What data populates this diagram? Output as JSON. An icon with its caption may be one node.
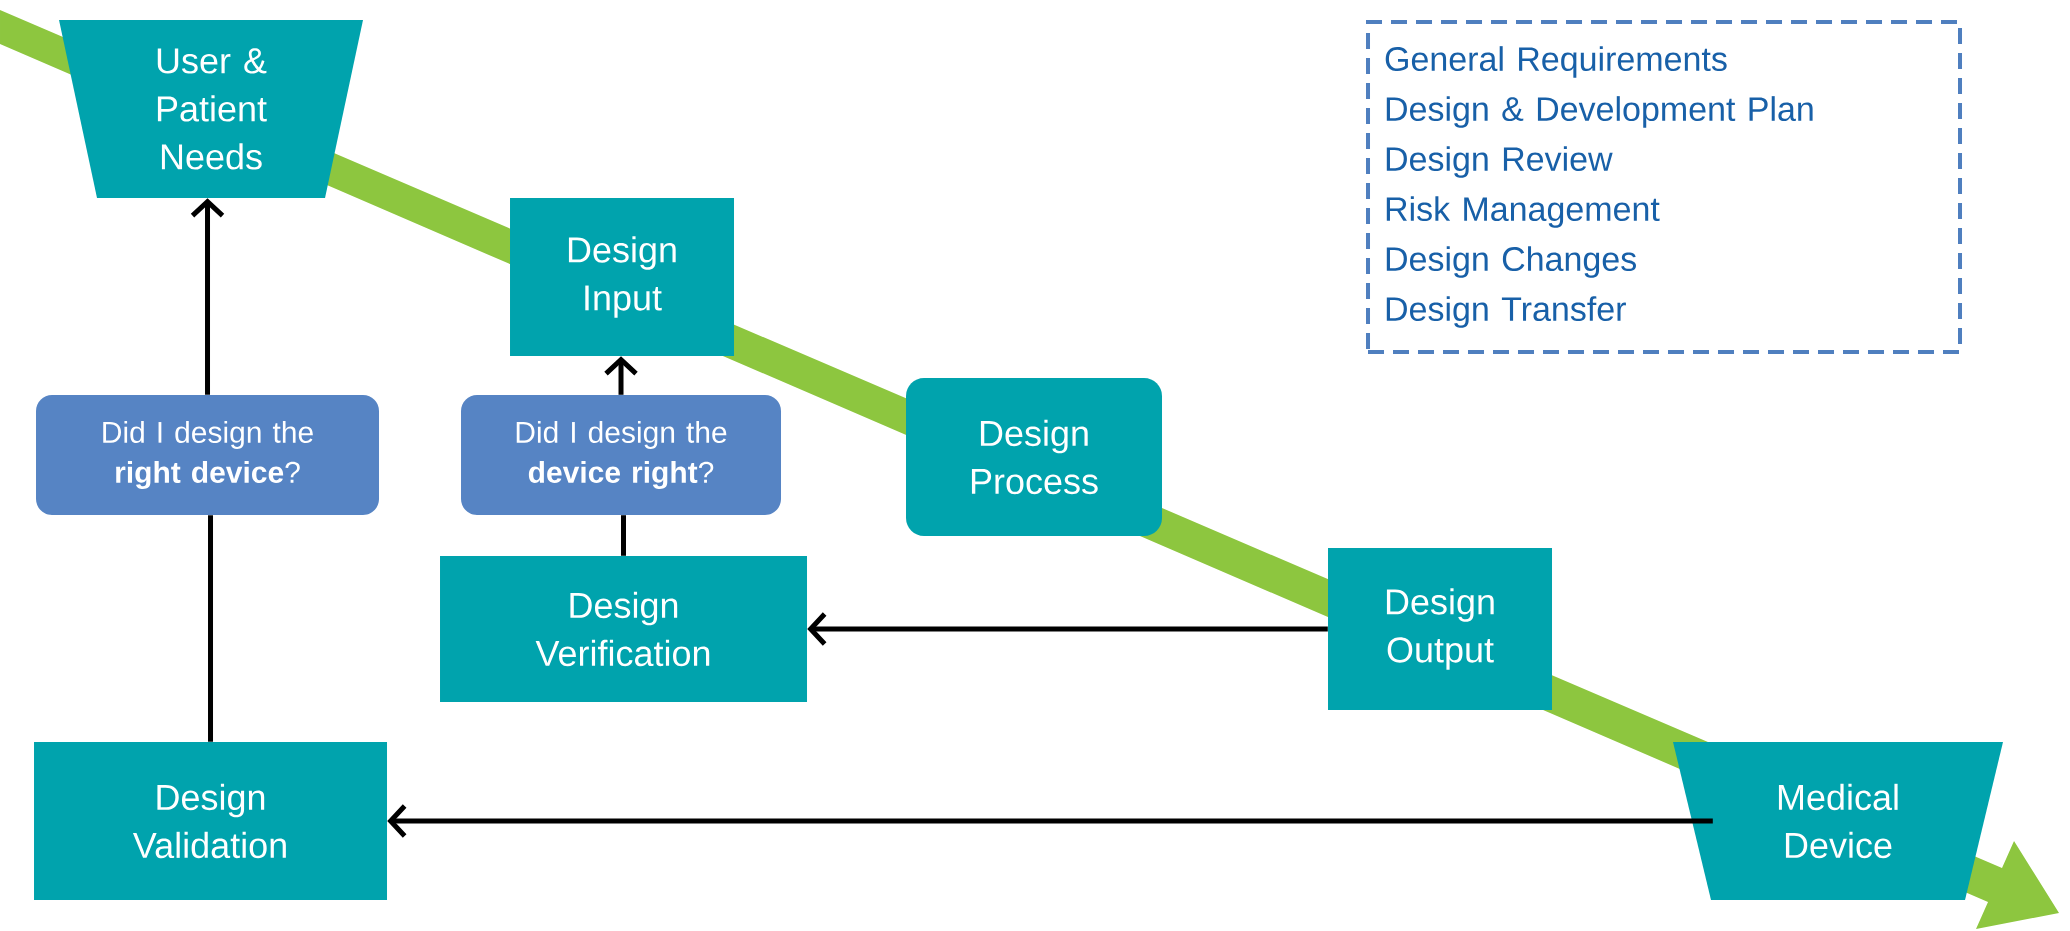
{
  "diagram": {
    "nodes": [
      {
        "text": [
          "User & Patient Needs"
        ]
      },
      {
        "text": [
          "Design Input"
        ]
      },
      {
        "text": [
          "Did I design the **right device**?"
        ]
      },
      {
        "text": [
          "Did I design the **device right**?"
        ]
      },
      {
        "text": [
          "Design Process"
        ]
      },
      {
        "text": [
          "Design Verification"
        ]
      },
      {
        "text": [
          "Design Output"
        ]
      },
      {
        "text": [
          "Design Validation"
        ]
      },
      {
        "text": [
          "Medical Device"
        ]
      },
      {
        "text": [
          "General Requirements",
          "Design & Development Plan",
          "Design Review",
          "Risk Management",
          "Design Changes",
          "Design Transfer"
        ]
      }
    ],
    "edges": [
      {
        "from": 7,
        "to": 2,
        "arrow": "none"
      },
      {
        "from": 2,
        "to": 0,
        "arrow": "to"
      },
      {
        "from": 5,
        "to": 3,
        "arrow": "none"
      },
      {
        "from": 3,
        "to": 1,
        "arrow": "to"
      },
      {
        "from": 6,
        "to": 5,
        "arrow": "to"
      },
      {
        "from": 8,
        "to": 7,
        "arrow": "to"
      }
    ]
  }
}
